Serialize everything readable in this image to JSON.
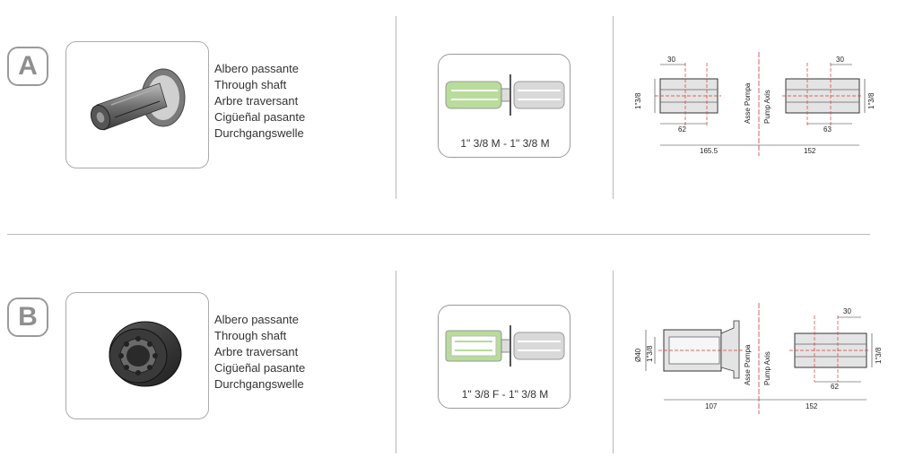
{
  "section_a": {
    "letter": "A",
    "names": [
      "Albero passante",
      "Through shaft",
      "Arbre traversant",
      "Cigüeñal pasante",
      "Durchgangswelle"
    ],
    "connection": "1\" 3/8 M - 1\" 3/8 M",
    "dims": {
      "left_top": "30",
      "left_side": "1\"3/8",
      "left_bottom": "62",
      "left_total": "165.5",
      "axis_left": "Asse Pompa",
      "axis_right": "Pump Axis",
      "right_top": "30",
      "right_side": "1\"3/8",
      "right_bottom": "63",
      "right_total": "152"
    }
  },
  "section_b": {
    "letter": "B",
    "names": [
      "Albero passante",
      "Through shaft",
      "Arbre traversant",
      "Cigüeñal pasante",
      "Durchgangswelle"
    ],
    "connection": "1\" 3/8 F - 1\" 3/8 M",
    "dims": {
      "left_diam": "Ø40",
      "left_side": "1\"3/8",
      "left_total": "107",
      "axis_left": "Asse Pompa",
      "axis_right": "Pump Axis",
      "right_top": "30",
      "right_side": "1\"3/8",
      "right_bottom": "62",
      "right_total": "152"
    }
  },
  "colors": {
    "accent_green": "#b8dc9a",
    "axis_red": "#d63a3a",
    "border_gray": "#9a9a9a"
  }
}
